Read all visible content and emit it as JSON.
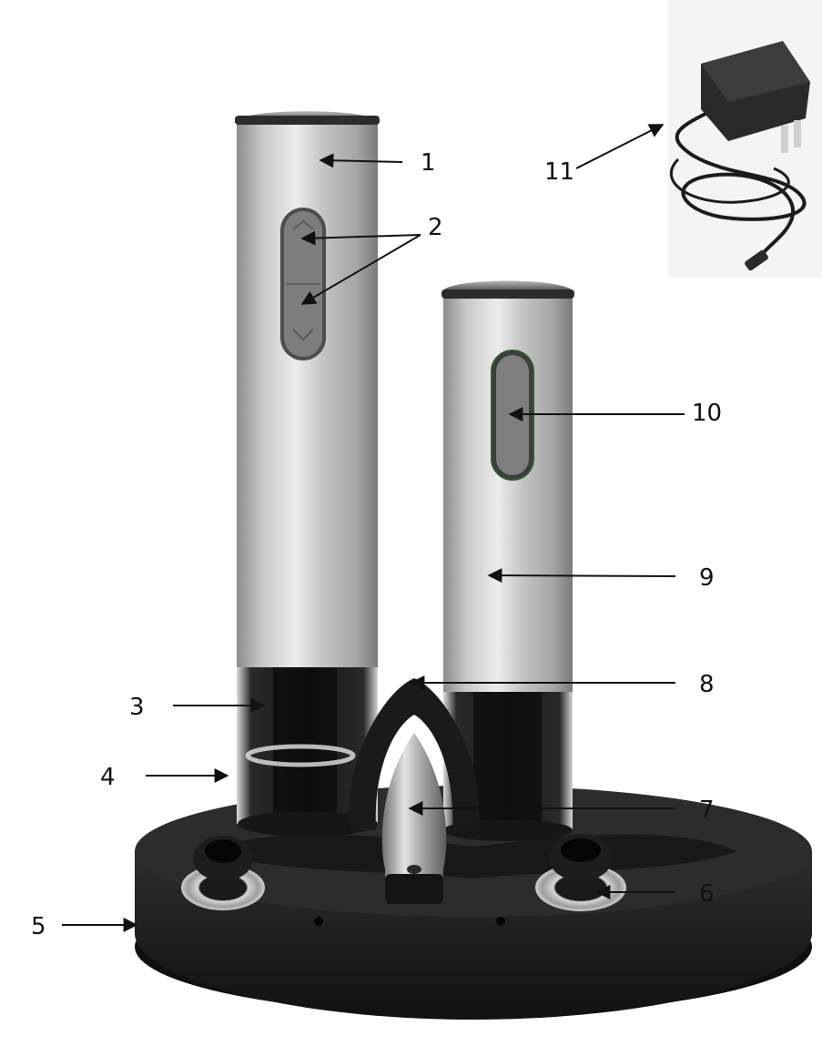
{
  "figure": {
    "callouts": [
      {
        "id": "1",
        "label": "1"
      },
      {
        "id": "2",
        "label": "2"
      },
      {
        "id": "3",
        "label": "3"
      },
      {
        "id": "4",
        "label": "4"
      },
      {
        "id": "5",
        "label": "5"
      },
      {
        "id": "6",
        "label": "6"
      },
      {
        "id": "7",
        "label": "7"
      },
      {
        "id": "8",
        "label": "8"
      },
      {
        "id": "9",
        "label": "9"
      },
      {
        "id": "10",
        "label": "10"
      },
      {
        "id": "11",
        "label": "11"
      }
    ],
    "colors": {
      "steel_light": "#e8e8e8",
      "steel_mid": "#b9b9b9",
      "steel_dark": "#8a8a8a",
      "base_black": "#1b1b1b",
      "button_grey": "#7e7e7e",
      "adapter_black": "#2a2a2a"
    }
  }
}
